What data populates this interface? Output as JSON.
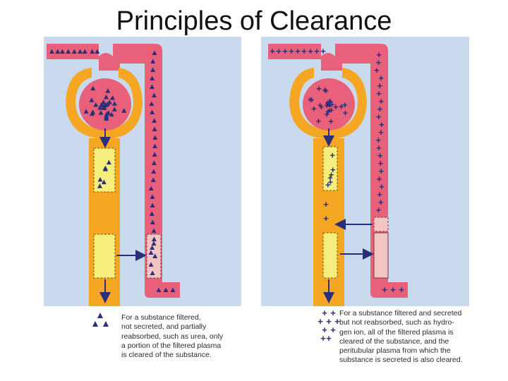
{
  "title": "Principles of Clearance",
  "colors": {
    "background_panel": "#c9d9ee",
    "tubule_orange": "#f5a623",
    "vessel_pink": "#e8607a",
    "reabsorbed_yellow": "#f6ee7c",
    "symbol_navy": "#2a2f7a",
    "caption_bg": "#ffffff"
  },
  "panels": [
    {
      "id": "left",
      "symbol": "triangle",
      "legend_symbol_name": "triangle-symbol",
      "caption_lines": [
        "For a substance filtered,",
        "not secreted, and partially",
        "reabsorbed, such as urea, only",
        "a portion of the filtered plasma",
        "is cleared of the substance."
      ]
    },
    {
      "id": "right",
      "symbol": "plus",
      "legend_symbol_name": "plus-symbol",
      "caption_lines": [
        "For a substance filtered and secreted",
        "but not reabsorbed, such as hydro-",
        "gen ion, all of the filtered plasma is",
        "cleared of the substance, and the",
        "peritubular plasma from which the",
        "substance is secreted is also cleared."
      ]
    }
  ]
}
